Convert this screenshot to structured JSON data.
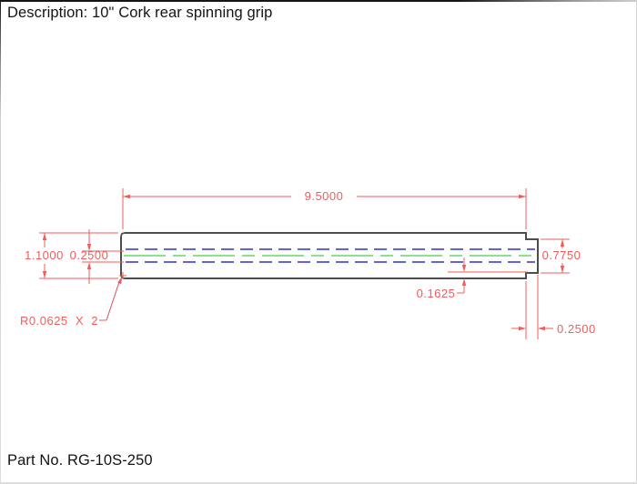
{
  "header": {
    "description_label": "Description: 10\" Cork rear spinning grip"
  },
  "footer": {
    "part_no_label": "Part No. RG-10S-250"
  },
  "drawing": {
    "part": "cork-rear-spinning-grip",
    "colors": {
      "dimension": "#f15c5c",
      "hidden_line": "#6464d7",
      "center_line": "#8ce18c",
      "outline": "#4d4d4d"
    },
    "dimensions": {
      "overall_length": "9.5000",
      "body_diameter": "1.1000",
      "bore_diameter": "0.2500",
      "tenon_diameter": "0.7750",
      "step_height": "0.1625",
      "tenon_length": "0.2500",
      "corner_radius": "R0.0625  X  2"
    }
  }
}
